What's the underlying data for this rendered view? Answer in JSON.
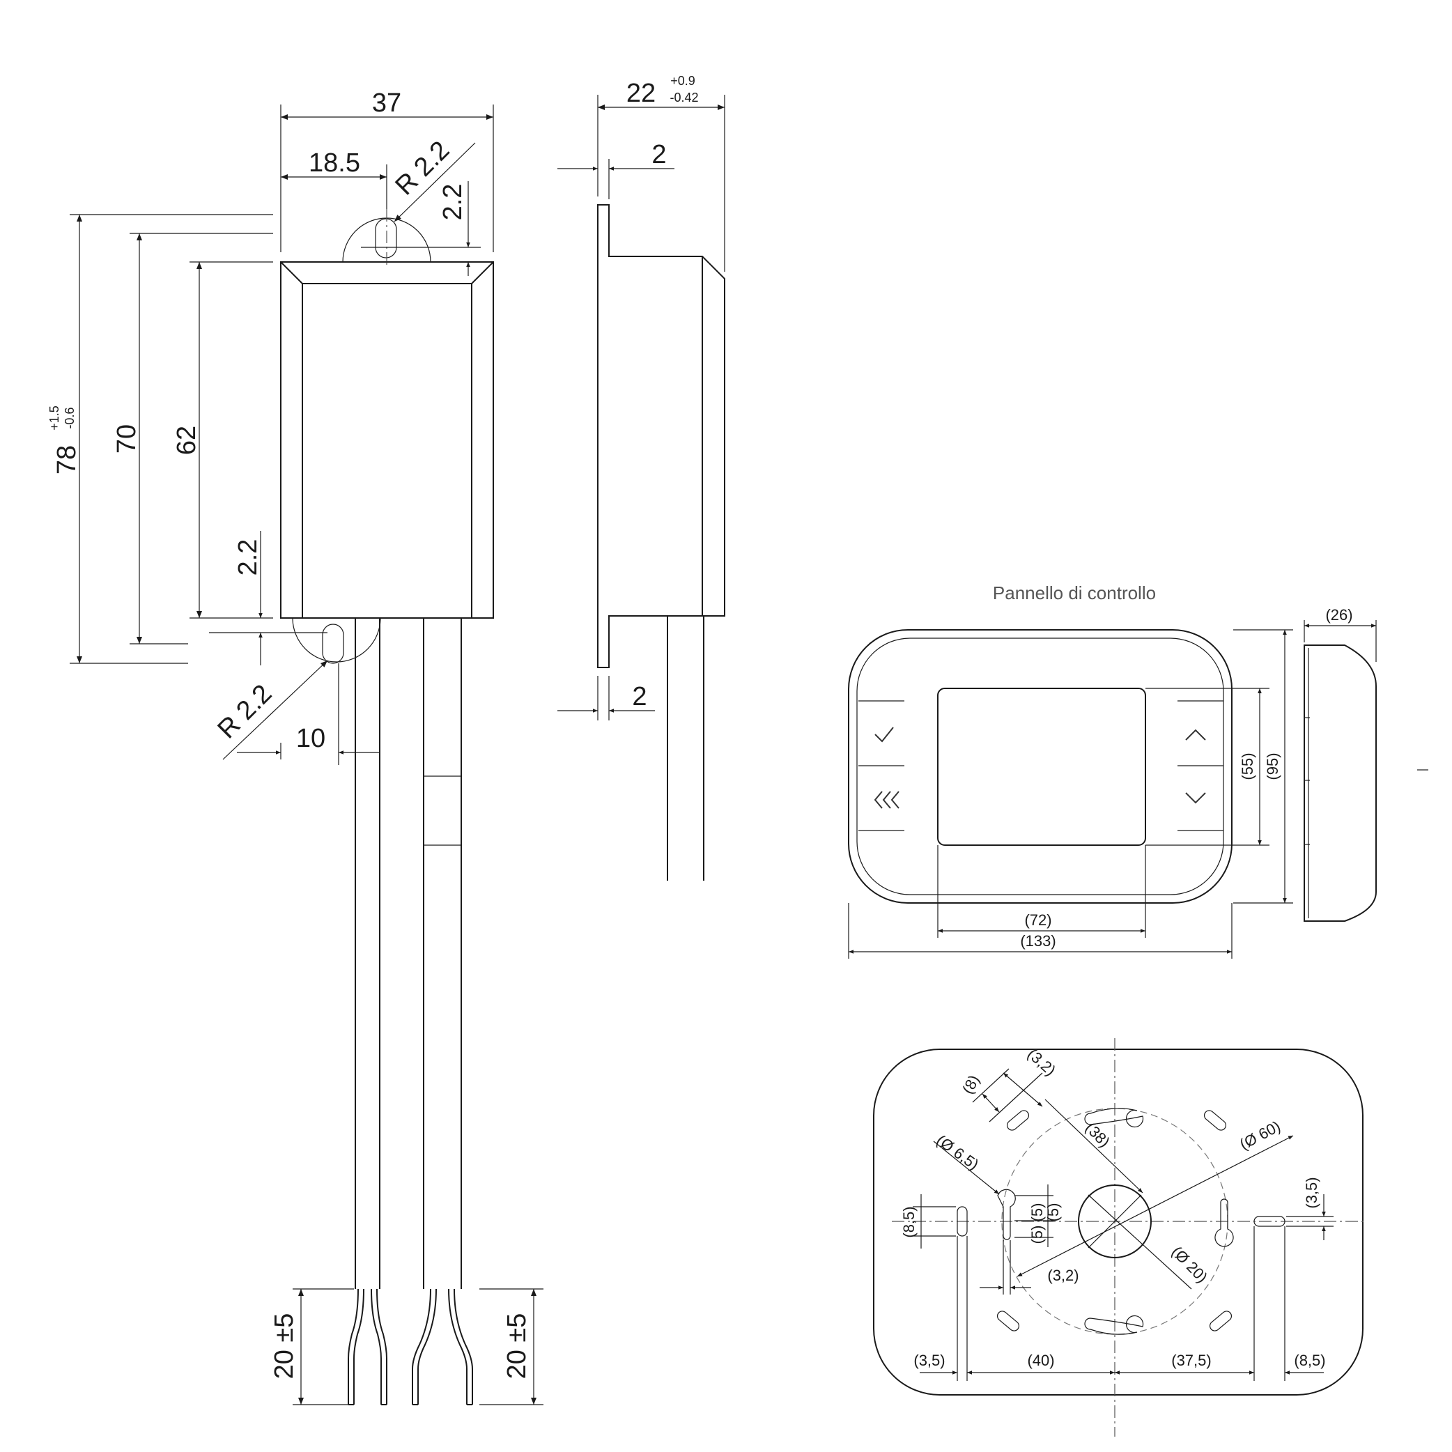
{
  "sensor": {
    "width": "37",
    "half_width": "18.5",
    "radius_top": "R 2.2",
    "top_offset": "2.2",
    "overall_height": "78",
    "overall_tol_plus": "+1.5",
    "overall_tol_minus": "-0.6",
    "height_70": "70",
    "height_62": "62",
    "bottom_offset": "2.2",
    "radius_bottom": "R 2.2",
    "hole_offset": "10",
    "lead_left": "20 ±5",
    "lead_right": "20 ±5"
  },
  "side_view": {
    "depth": "22",
    "depth_tol_plus": "+0.9",
    "depth_tol_minus": "-0.42",
    "flange_top": "2",
    "flange_bottom": "2"
  },
  "panel": {
    "title": "Pannello di controllo",
    "depth": "(26)",
    "display_height": "(55)",
    "total_height": "(95)",
    "display_width": "(72)",
    "total_width": "(133)",
    "buttons": [
      {
        "icon": "check-icon"
      },
      {
        "icon": "double-chevron-left-icon"
      },
      {
        "icon": "chevron-up-icon"
      },
      {
        "icon": "chevron-down-icon"
      }
    ]
  },
  "mount": {
    "slot_len": "(8)",
    "slot_w": "(3,2)",
    "pitch": "(38)",
    "keyhole_dia": "(Ø 6,5)",
    "circle_dia": "(Ø 60)",
    "center_dia": "(Ø 20)",
    "key_a": "(5)",
    "key_b": "(5)",
    "key_c": "(5)",
    "key_w": "(3,2)",
    "left_slot_h": "(8,5)",
    "right_slot_h": "(3,5)",
    "edge_left": "(3,5)",
    "span_left": "(40)",
    "span_right": "(37,5)",
    "edge_right": "(8,5)"
  }
}
